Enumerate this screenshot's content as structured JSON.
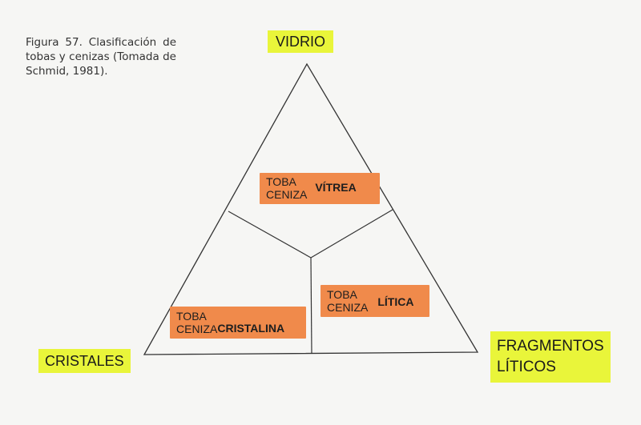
{
  "caption": "Figura 57. Clasificación de tobas y cenizas (Tomada de Schmid, 1981).",
  "vertices": {
    "top": "VIDRIO",
    "left": "CRISTALES",
    "right_line1": "FRAGMENTOS",
    "right_line2": "LÍTICOS"
  },
  "fields": [
    {
      "line1": "TOBA",
      "line2": "CENIZA",
      "type": "VÍTREA"
    },
    {
      "line1": "TOBA",
      "line2": "CENIZA",
      "type": "CRISTALINA"
    },
    {
      "line1": "TOBA",
      "line2": "CENIZA",
      "type": "LÍTICA"
    }
  ],
  "colors": {
    "highlight": "#e9f53a",
    "tag": "#f08a4b",
    "lines": "#333333"
  }
}
